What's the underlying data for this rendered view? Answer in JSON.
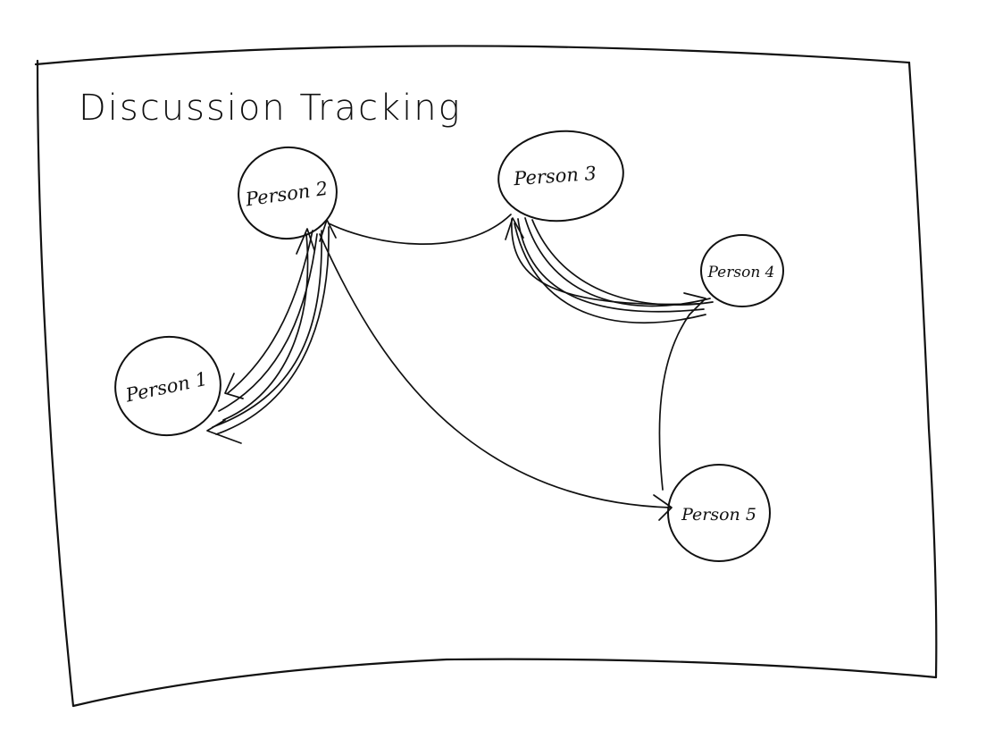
{
  "diagram": {
    "title": "Discussion Tracking",
    "nodes": [
      {
        "id": "person1",
        "label": "Person 1"
      },
      {
        "id": "person2",
        "label": "Person 2"
      },
      {
        "id": "person3",
        "label": "Person 3"
      },
      {
        "id": "person4",
        "label": "Person 4"
      },
      {
        "id": "person5",
        "label": "Person 5"
      }
    ],
    "edges": [
      {
        "from": "person2",
        "to": "person1",
        "count": 3
      },
      {
        "from": "person1",
        "to": "person2",
        "count": 2
      },
      {
        "from": "person3",
        "to": "person2",
        "count": 1
      },
      {
        "from": "person3",
        "to": "person4",
        "count": 3
      },
      {
        "from": "person4",
        "to": "person3",
        "count": 2
      },
      {
        "from": "person4",
        "to": "person5",
        "count": 1
      },
      {
        "from": "person2",
        "to": "person5",
        "count": 1
      }
    ]
  }
}
